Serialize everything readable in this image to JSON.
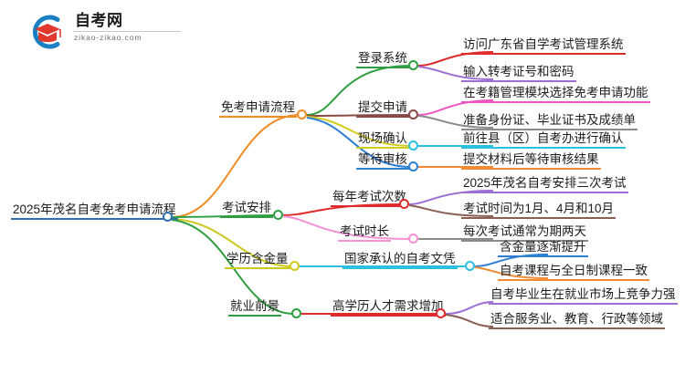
{
  "logo": {
    "name_cn": "自考网",
    "url": "zikao-zikao.com",
    "icon_arc": "circle-arc-icon",
    "icon_cap": "graduation-cap-icon",
    "colors": {
      "arc": "#1b7fc4",
      "cap": "#e03a2f"
    }
  },
  "mindmap": {
    "root": {
      "label": "2025年茂名自考免考申请流程",
      "color": "#2f6fb0"
    },
    "branches": [
      {
        "label": "免考申请流程",
        "color": "#ef8c23",
        "children": [
          {
            "label": "登录系统",
            "color": "#2f9e41",
            "children": [
              {
                "label": "访问广东省自学考试管理系统",
                "color": "#e02b2b"
              },
              {
                "label": "输入转考证号和密码",
                "color": "#9b6fd4"
              }
            ]
          },
          {
            "label": "提交申请",
            "color": "#8a4b46",
            "children": [
              {
                "label": "在考籍管理模块选择免考申请功能",
                "color": "#ef55c0"
              },
              {
                "label": "准备身份证、毕业证书及成绩单",
                "color": "#8b8b8b"
              }
            ]
          },
          {
            "label": "现场确认",
            "color": "#d4cc1e",
            "children": [
              {
                "label": "前往县（区）自考办进行确认",
                "color": "#2bc0e0"
              }
            ]
          },
          {
            "label": "等待审核",
            "color": "#2f7fd4",
            "children": [
              {
                "label": "提交材料后等待审核结果",
                "color": "#f08a33"
              }
            ]
          }
        ]
      },
      {
        "label": "考试安排",
        "color": "#2f9e41",
        "children": [
          {
            "label": "每年考试次数",
            "color": "#e02b2b",
            "children": [
              {
                "label": "2025年茂名自考安排三次考试",
                "color": "#9b6fd4"
              },
              {
                "label": "考试时间为1月、4月和10月",
                "color": "#8a5f54"
              }
            ]
          },
          {
            "label": "考试时长",
            "color": "#f492d6",
            "children": [
              {
                "label": "每次考试通常为期两天",
                "color": "#8b8b8b"
              }
            ]
          }
        ]
      },
      {
        "label": "学历含金量",
        "color": "#cdc81b",
        "children": [
          {
            "label": "国家承认的自考文凭",
            "color": "#2bc0e0",
            "children": [
              {
                "label": "含金量逐渐提升",
                "color": "#2f7fd4"
              },
              {
                "label": "自考课程与全日制课程一致",
                "color": "#f08a33"
              }
            ]
          }
        ]
      },
      {
        "label": "就业前景",
        "color": "#2f9e41",
        "children": [
          {
            "label": "高学历人才需求增加",
            "color": "#e02b2b",
            "children": [
              {
                "label": "自考毕业生在就业市场上竞争力强",
                "color": "#9b6fd4"
              },
              {
                "label": "适合服务业、教育、行政等领域",
                "color": "#8a5f54"
              }
            ]
          }
        ]
      }
    ]
  }
}
